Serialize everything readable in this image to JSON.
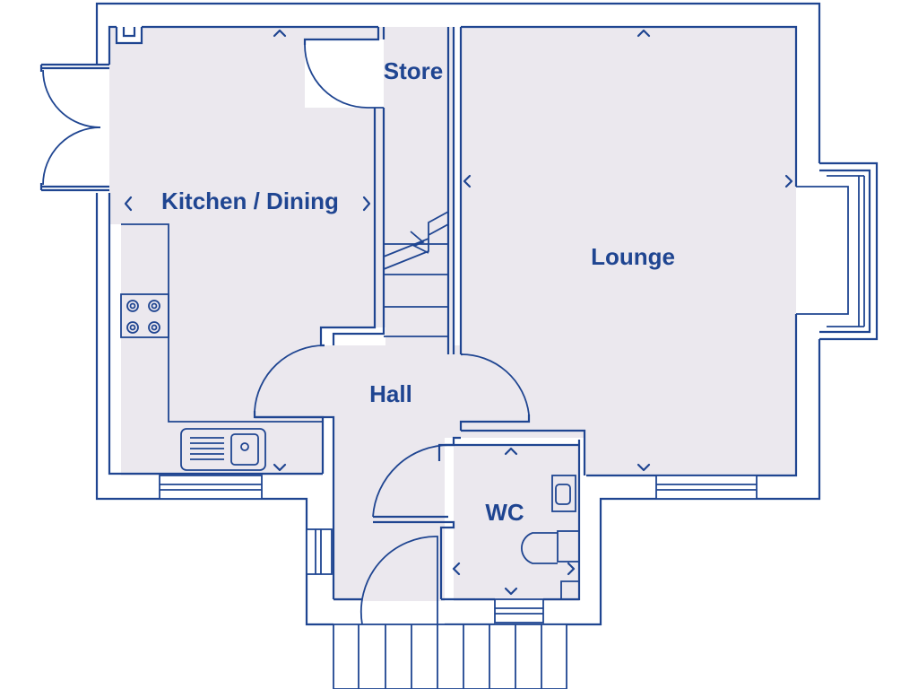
{
  "colors": {
    "line": "#1f4591",
    "floor": "#ebe8ee"
  },
  "rooms": {
    "kitchen_dining": "Kitchen / Dining",
    "store": "Store",
    "lounge": "Lounge",
    "hall": "Hall",
    "wc": "WC"
  }
}
